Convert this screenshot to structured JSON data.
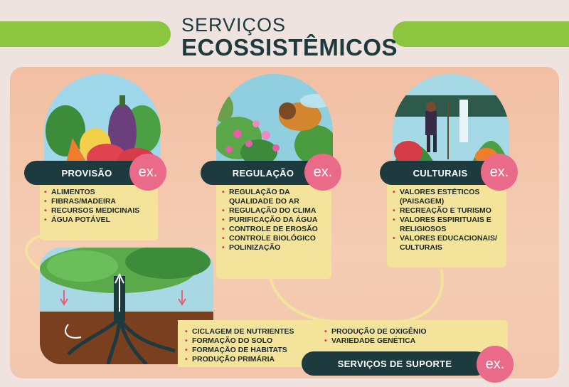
{
  "title": {
    "line1": "SERVIÇOS",
    "line2": "ECOSSISTÊMICOS"
  },
  "ex_label": "ex.",
  "colors": {
    "accent_green": "#8cc63f",
    "dark_teal": "#1d3b3f",
    "pink": "#ea6a8a",
    "yellow": "#f3e39b",
    "panel_peach": "#f2bfa3"
  },
  "cards": [
    {
      "title": "PROVISÃO",
      "items": [
        "ALIMENTOS",
        "FIBRAS/MADEIRA",
        "RECURSOS MEDICINAIS",
        "ÁGUA POTÁVEL"
      ],
      "illustration": "vegetables-illustration"
    },
    {
      "title": "REGULAÇÃO",
      "items": [
        "REGULAÇÃO DA QUALIDADE DO AR",
        "REGULAÇÃO DO CLIMA",
        "PURIFICAÇÃO DA ÁGUA",
        "CONTROLE DE EROSÃO",
        "CONTROLE BIOLÓGICO",
        "POLINIZAÇÃO"
      ],
      "illustration": "bee-flowers-illustration"
    },
    {
      "title": "CULTURAIS",
      "items": [
        "VALORES ESTÉTICOS (PAISAGEM)",
        "RECREAÇÃO E TURISMO",
        "VALORES ESPIRITUAIS E RELIGIOSOS",
        "VALORES EDUCACIONAIS/ CULTURAIS"
      ],
      "illustration": "hiker-waterfall-illustration"
    }
  ],
  "support": {
    "title": "SERVIÇOS DE SUPORTE",
    "items_left": [
      "CICLAGEM DE NUTRIENTES",
      "FORMAÇÃO DO SOLO",
      "FORMAÇÃO DE HABITATS",
      "PRODUÇÃO PRIMÁRIA"
    ],
    "items_right": [
      "PRODUÇÃO DE OXIGÊNIO",
      "VARIEDADE GENÉTICA"
    ],
    "illustration": "tree-roots-illustration"
  }
}
